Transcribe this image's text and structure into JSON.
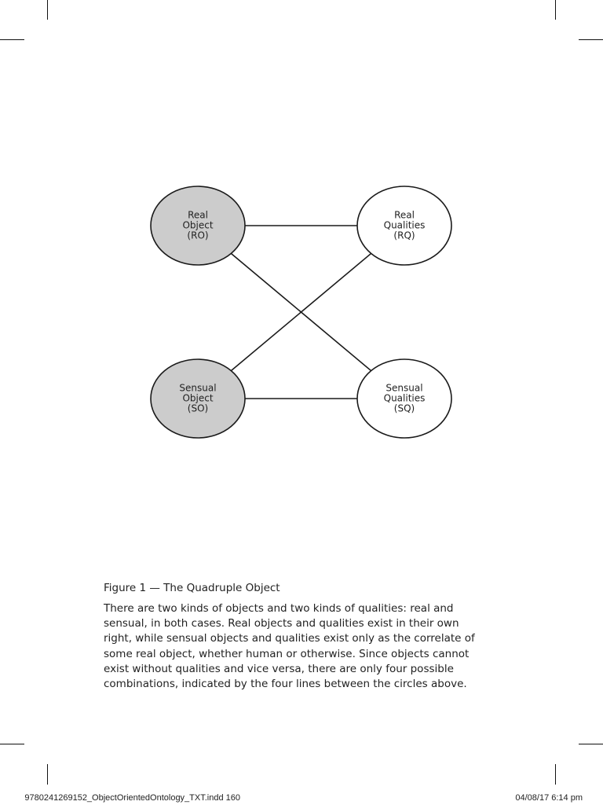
{
  "diagram": {
    "nodes": [
      {
        "id": "RO",
        "lines": [
          "Real",
          "Object",
          "(RO)"
        ],
        "fill": "#cccccc"
      },
      {
        "id": "RQ",
        "lines": [
          "Real",
          "Qualities",
          "(RQ)"
        ],
        "fill": "#ffffff"
      },
      {
        "id": "SO",
        "lines": [
          "Sensual",
          "Object",
          "(SO)"
        ],
        "fill": "#cccccc"
      },
      {
        "id": "SQ",
        "lines": [
          "Sensual",
          "Qualities",
          "(SQ)"
        ],
        "fill": "#ffffff"
      }
    ],
    "edges": [
      [
        "RO",
        "RQ"
      ],
      [
        "SO",
        "SQ"
      ],
      [
        "RO",
        "SQ"
      ],
      [
        "SO",
        "RQ"
      ]
    ],
    "stroke_color": "#1a1a1a"
  },
  "caption": {
    "title": "Figure 1 — The Quadruple Object",
    "body_lines": [
      "There are two kinds of objects and two kinds of qualities: real and",
      "sensual, in both cases. Real objects and qualities exist in their own",
      "right, while sensual objects and qualities exist only as the correlate of",
      "some real object, whether human or otherwise. Since objects cannot",
      "exist without qualities and vice versa, there are only four possible",
      "combinations, indicated by the four lines between the circles above."
    ]
  },
  "slug": {
    "file": "9780241269152_ObjectOrientedOntology_TXT.indd   160",
    "datetime": "04/08/17   6:14 pm"
  }
}
